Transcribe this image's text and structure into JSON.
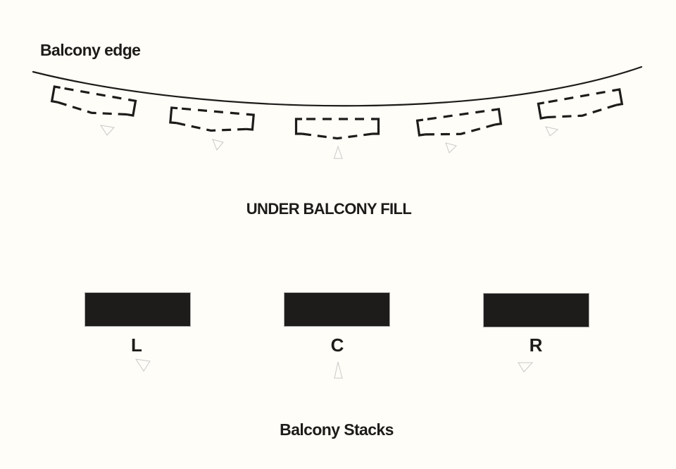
{
  "labels": {
    "balcony_edge": "Balcony edge",
    "under_balcony_fill": "UNDER BALCONY FILL",
    "balcony_stacks": "Balcony Stacks"
  },
  "stacks": [
    {
      "label": "L"
    },
    {
      "label": "C"
    },
    {
      "label": "R"
    }
  ],
  "under_balcony_speakers": {
    "count": 5,
    "symbol": "dashed-speaker-outline"
  },
  "aim_markers": {
    "count": 8,
    "symbol": "small-triangle-outline"
  },
  "colors": {
    "ink": "#1d1c1a",
    "marker": "#c9c9c9",
    "background": "#fffdf7",
    "stack_fill": "#1d1c1a"
  }
}
